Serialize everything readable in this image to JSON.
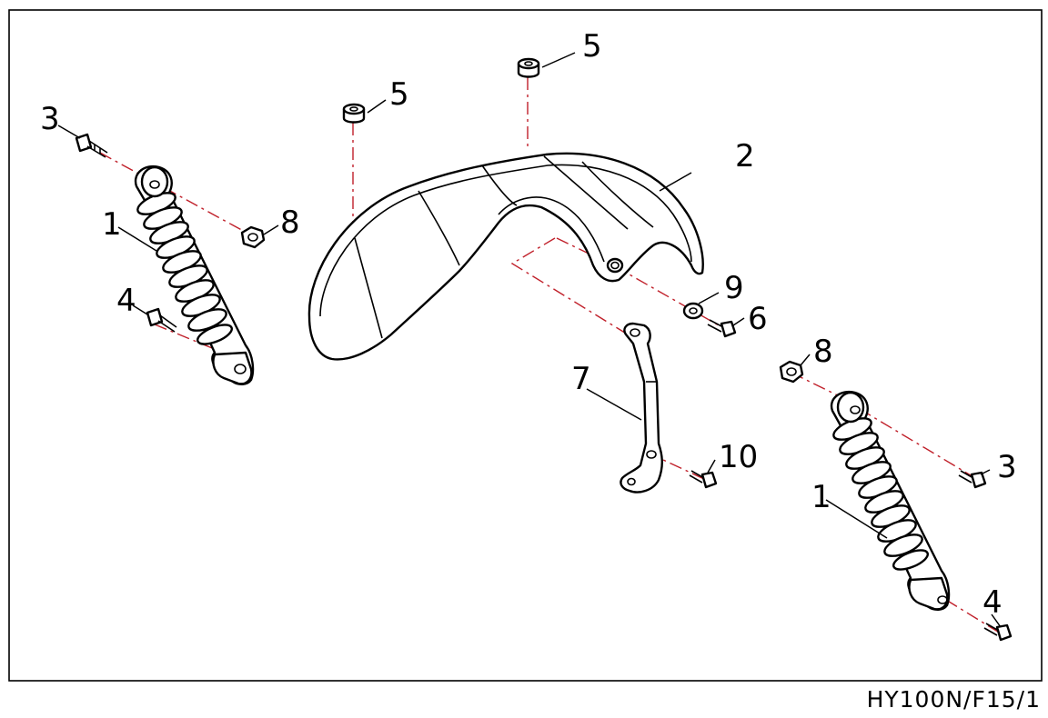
{
  "drawing_code": "HY100N/F15/1",
  "callouts": [
    {
      "id": "c1a",
      "text": "1"
    },
    {
      "id": "c1b",
      "text": "1"
    },
    {
      "id": "c2",
      "text": "2"
    },
    {
      "id": "c3a",
      "text": "3"
    },
    {
      "id": "c3b",
      "text": "3"
    },
    {
      "id": "c4a",
      "text": "4"
    },
    {
      "id": "c4b",
      "text": "4"
    },
    {
      "id": "c5a",
      "text": "5"
    },
    {
      "id": "c5b",
      "text": "5"
    },
    {
      "id": "c6",
      "text": "6"
    },
    {
      "id": "c7",
      "text": "7"
    },
    {
      "id": "c8a",
      "text": "8"
    },
    {
      "id": "c8b",
      "text": "8"
    },
    {
      "id": "c9",
      "text": "9"
    },
    {
      "id": "c10",
      "text": "10"
    }
  ]
}
